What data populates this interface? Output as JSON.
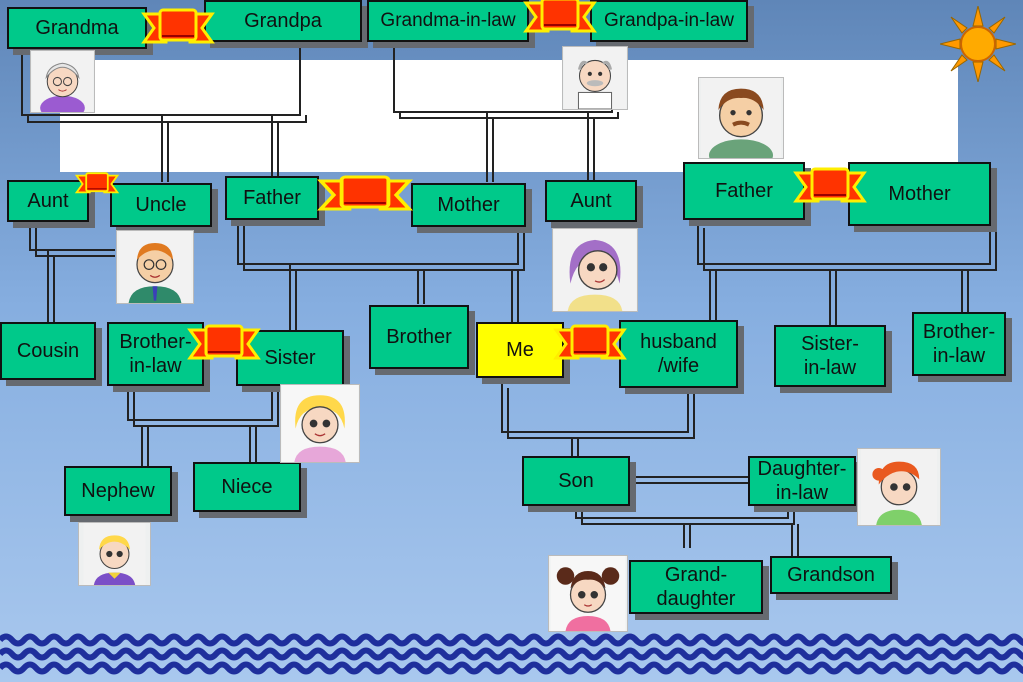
{
  "colors": {
    "box_fill": "#00c98a",
    "me_fill": "#ffff00",
    "ribbon": "#ff3300",
    "ribbon_outline": "#ffee00",
    "wave": "#1f2f9c",
    "sun": "#ff9900"
  },
  "generation1": {
    "grandma": "Grandma",
    "grandpa": "Grandpa",
    "grandma_in_law": "Grandma-in-law",
    "grandpa_in_law": "Grandpa-in-law"
  },
  "generation2": {
    "aunt_left": "Aunt",
    "uncle": "Uncle",
    "father": "Father",
    "mother": "Mother",
    "aunt_right": "Aunt",
    "father_in_law": "Father",
    "mother_in_law": "Mother"
  },
  "generation3": {
    "cousin": "Cousin",
    "brother_in_law_left": [
      "Brother-",
      "in-law"
    ],
    "sister": "Sister",
    "brother": "Brother",
    "me": "Me",
    "spouse": [
      "husband",
      "/wife"
    ],
    "sister_in_law": [
      "Sister-",
      "in-law"
    ],
    "brother_in_law_right": [
      "Brother-",
      "in-law"
    ]
  },
  "generation4": {
    "nephew": "Nephew",
    "niece": "Niece",
    "son": "Son",
    "daughter_in_law": [
      "Daughter-",
      "in-law"
    ]
  },
  "generation5": {
    "granddaughter": [
      "Grand-",
      "daughter"
    ],
    "grandson": "Grandson"
  },
  "icons": [
    "sun-icon",
    "marriage-ribbon-icon",
    "grandma-portrait",
    "grandpa-in-law-portrait",
    "father-in-law-portrait",
    "uncle-portrait",
    "aunt-portrait",
    "sister-portrait",
    "nephew-portrait",
    "daughter-in-law-portrait",
    "granddaughter-portrait",
    "wave-border"
  ]
}
